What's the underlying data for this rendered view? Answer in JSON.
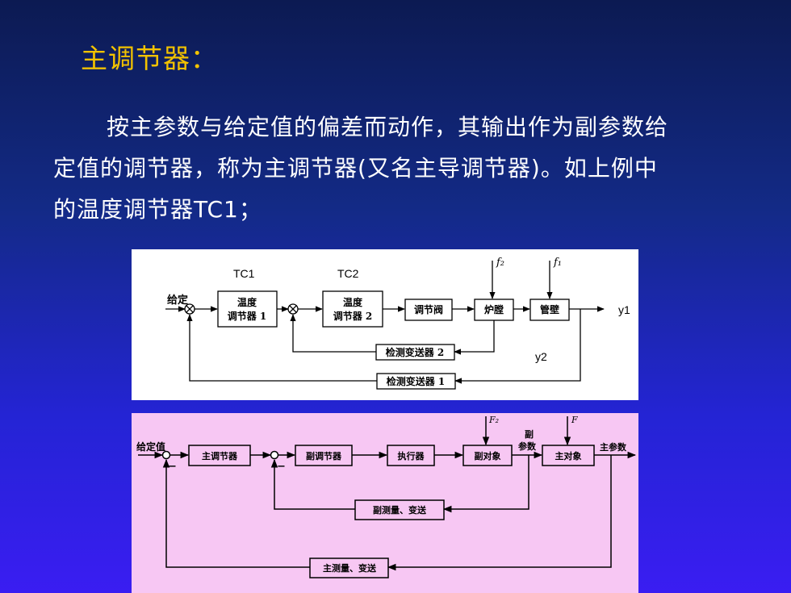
{
  "slide": {
    "title": "主调节器：",
    "paragraph_line1": "按主参数与给定值的偏差而动作，其输出作为副参数给",
    "paragraph_line2": "定值的调节器，称为主调节器(又名主导调节器)。如上例中",
    "paragraph_line3": "的温度调节器TC1；"
  },
  "diagram1": {
    "label_tc1": "TC1",
    "label_tc2": "TC2",
    "input_label": "给定",
    "block_temp1_line1": "温度",
    "block_temp1_line2": "调节器 1",
    "block_temp2_line1": "温度",
    "block_temp2_line2": "调节器 2",
    "block_valve": "调节阀",
    "block_furnace": "炉膛",
    "block_tube": "管壁",
    "block_transmitter2": "检测变送器 2",
    "block_transmitter1": "检测变送器 1",
    "disturbance_f2": "f₂",
    "disturbance_f1": "f₁",
    "output_y1": "y1",
    "output_y2": "y2"
  },
  "diagram2": {
    "input_label": "给定值",
    "block_main_controller": "主调节器",
    "block_sub_controller": "副调节器",
    "block_actuator": "执行器",
    "block_sub_object": "副对象",
    "block_main_object": "主对象",
    "block_sub_measure": "副测量、变送",
    "block_main_measure": "主测量、变送",
    "sub_param_line1": "副",
    "sub_param_line2": "参数",
    "main_param": "主参数",
    "disturbance_f2": "F₂",
    "disturbance_f": "F",
    "minus_sign_1": "−",
    "minus_sign_2": "−"
  }
}
